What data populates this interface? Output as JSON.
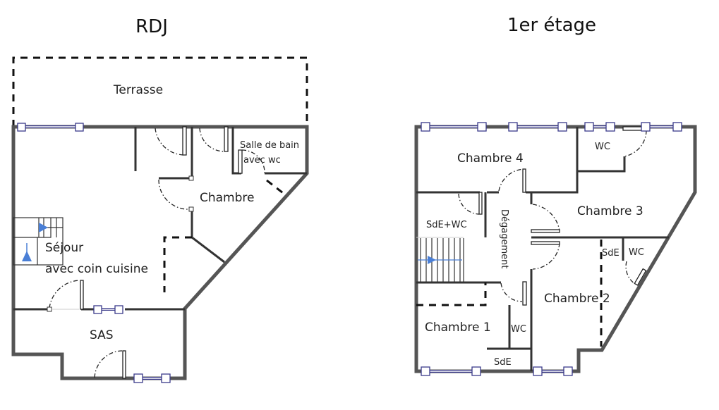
{
  "plans": [
    {
      "title": "RDJ",
      "rooms": {
        "terrasse": "Terrasse",
        "salle_de_bain_line1": "Salle de bain",
        "salle_de_bain_line2": "avec wc",
        "chambre": "Chambre",
        "sejour_line1": "Séjour",
        "sejour_line2": "avec coin cuisine",
        "sas": "SAS"
      }
    },
    {
      "title": "1er étage",
      "rooms": {
        "chambre4": "Chambre 4",
        "wc_top": "WC",
        "chambre3": "Chambre 3",
        "sde_wc": "SdE+WC",
        "degagement": "Dégagement",
        "sde_right": "SdE",
        "wc_right": "WC",
        "chambre2": "Chambre 2",
        "chambre1": "Chambre 1",
        "wc_bottom": "WC",
        "sde_bottom": "SdE"
      }
    }
  ],
  "colors": {
    "window": "#3a3a8a",
    "stair_arrow": "#4a7fd6"
  }
}
